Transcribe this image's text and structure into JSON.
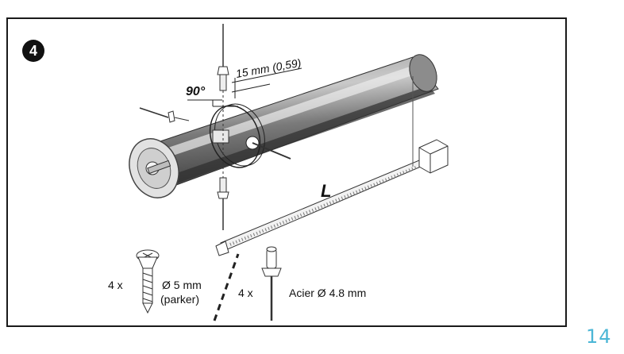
{
  "step": {
    "number": "4"
  },
  "labels": {
    "angle": "90°",
    "offset": "15 mm (0,59)",
    "length": "L",
    "screw_qty": "4 x",
    "screw_size": "Ø 5 mm",
    "screw_type": "(parker)",
    "rivet_qty": "4 x",
    "rivet_spec": "Acier Ø 4.8 mm"
  },
  "page": {
    "number": "14"
  },
  "colors": {
    "page_number": "#4bb6d6",
    "tube_dark": "#6e6e6e",
    "tube_light": "#d9d9d9"
  }
}
